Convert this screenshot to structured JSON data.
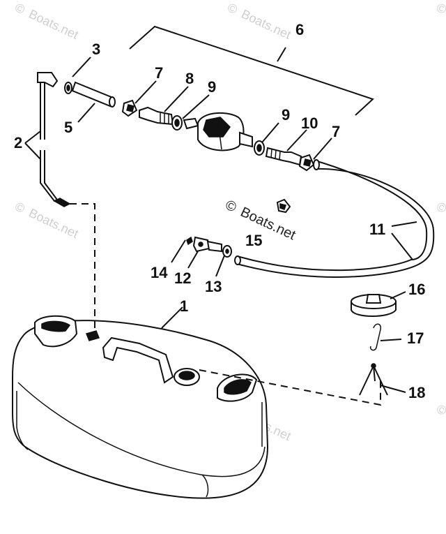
{
  "watermark": {
    "text": "Boats.net",
    "copyright": "©"
  },
  "callouts": {
    "p1": "1",
    "p2": "2",
    "p3": "3",
    "p5": "5",
    "p6": "6",
    "p7a": "7",
    "p7b": "7",
    "p8": "8",
    "p9a": "9",
    "p9b": "9",
    "p10": "10",
    "p11": "11",
    "p12": "12",
    "p13": "13",
    "p14": "14",
    "p15": "15",
    "p16": "16",
    "p17": "17",
    "p18": "18"
  }
}
